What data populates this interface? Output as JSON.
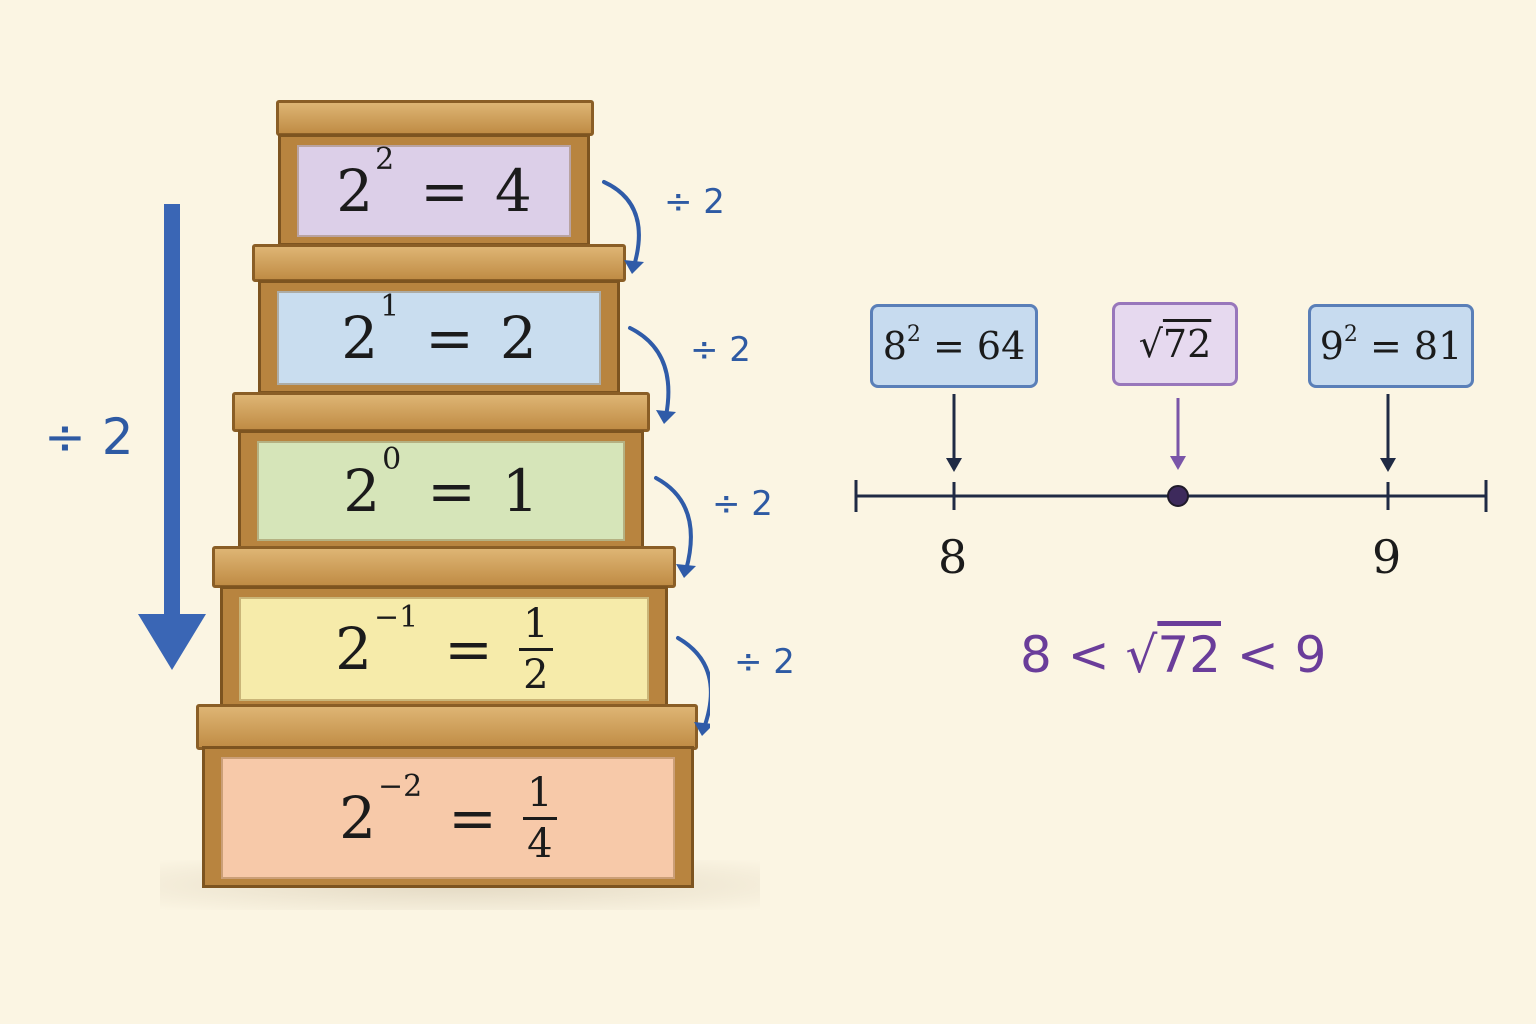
{
  "staircase": {
    "steps": [
      {
        "base": "2",
        "exponent": "2",
        "value": "4",
        "color": "#dccfe8"
      },
      {
        "base": "2",
        "exponent": "1",
        "value": "2",
        "color": "#c9ddef"
      },
      {
        "base": "2",
        "exponent": "0",
        "value": "1",
        "color": "#d6e5b9"
      },
      {
        "base": "2",
        "exponent": "−1",
        "numerator": "1",
        "denominator": "2",
        "color": "#f6ebaa"
      },
      {
        "base": "2",
        "exponent": "−2",
        "numerator": "1",
        "denominator": "4",
        "color": "#f7c9a9"
      }
    ],
    "step_labels": [
      "÷ 2",
      "÷ 2",
      "÷ 2",
      "÷ 2"
    ],
    "side_label": "÷ 2",
    "arrow_color": "#3a66b5"
  },
  "number_line": {
    "boxes": [
      {
        "base": "8",
        "exponent": "2",
        "rest": " = 64"
      },
      {
        "radical": "√",
        "radicand": "72"
      },
      {
        "base": "9",
        "exponent": "2",
        "rest": " = 81"
      }
    ],
    "tick_labels": [
      "8",
      "9"
    ],
    "inequality": {
      "left": "8 < ",
      "radical": "√",
      "radicand": "72",
      "right": " < 9"
    },
    "point_color": "#3d2a5c"
  }
}
